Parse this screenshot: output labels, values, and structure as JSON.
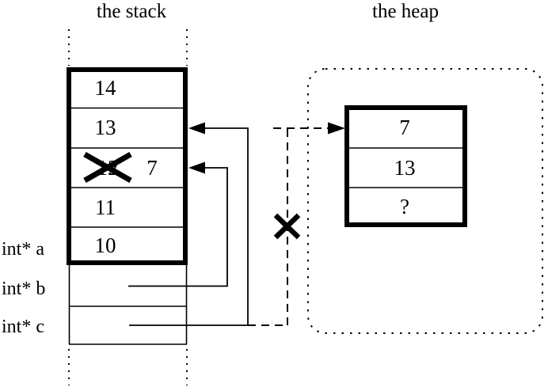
{
  "titles": {
    "stack": "the stack",
    "heap": "the heap"
  },
  "stack": {
    "cells": [
      {
        "value": "14"
      },
      {
        "value": "13"
      },
      {
        "old_value": "12",
        "value": "7",
        "crossed_out": true
      },
      {
        "value": "11"
      },
      {
        "value": "10"
      }
    ],
    "pointer_labels": [
      {
        "label": "int* a"
      },
      {
        "label": "int* b"
      },
      {
        "label": "int* c"
      }
    ]
  },
  "heap": {
    "cells": [
      {
        "value": "7"
      },
      {
        "value": "13"
      },
      {
        "value": "?"
      }
    ]
  },
  "annotations": {
    "x_mark_over_old_value": "invalidated value 12",
    "x_mark_on_dashed_pointer": "broken pointer to heap"
  },
  "colors": {
    "foreground": "#000000",
    "background": "#ffffff"
  }
}
